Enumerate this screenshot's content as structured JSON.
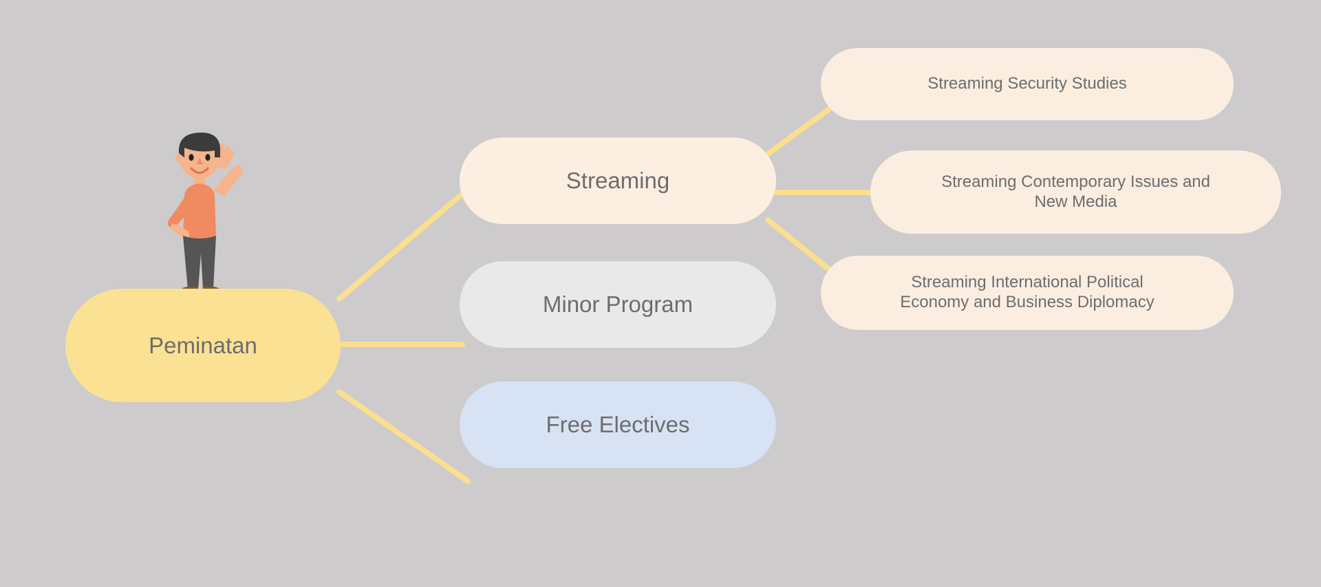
{
  "background_color": "#cdcbcc",
  "connector_color": "#fbdf8e",
  "text_color": "#6d6d6d",
  "root": {
    "label": "Peminatan",
    "color": "#fbe193"
  },
  "branches": [
    {
      "label": "Streaming",
      "color": "#fcefe2",
      "children": [
        {
          "label": "Streaming Security Studies",
          "color": "#fbeee0"
        },
        {
          "label": "Streaming Contemporary Issues and\nNew Media",
          "color": "#fbeee0"
        },
        {
          "label": "Streaming International Political\nEconomy and Business Diplomacy",
          "color": "#fbeee0"
        }
      ]
    },
    {
      "label": "Minor Program",
      "color": "#e9e9e9",
      "children": []
    },
    {
      "label": "Free Electives",
      "color": "#d7e2f4",
      "children": []
    }
  ],
  "illustration": {
    "name": "waving-person-illustration",
    "hair_color": "#3b3b3b",
    "skin_color": "#f5b48c",
    "shirt_color": "#f08a61",
    "pants_color": "#555555",
    "shoe_color": "#8a5a1e"
  },
  "edges": [
    {
      "from": "root",
      "to": "streaming"
    },
    {
      "from": "root",
      "to": "minor-program"
    },
    {
      "from": "root",
      "to": "free-electives"
    },
    {
      "from": "streaming",
      "to": "streaming-security-studies"
    },
    {
      "from": "streaming",
      "to": "streaming-contemporary-issues-and-new-media"
    },
    {
      "from": "streaming",
      "to": "streaming-international-political-economy-and-business-diplomacy"
    }
  ]
}
